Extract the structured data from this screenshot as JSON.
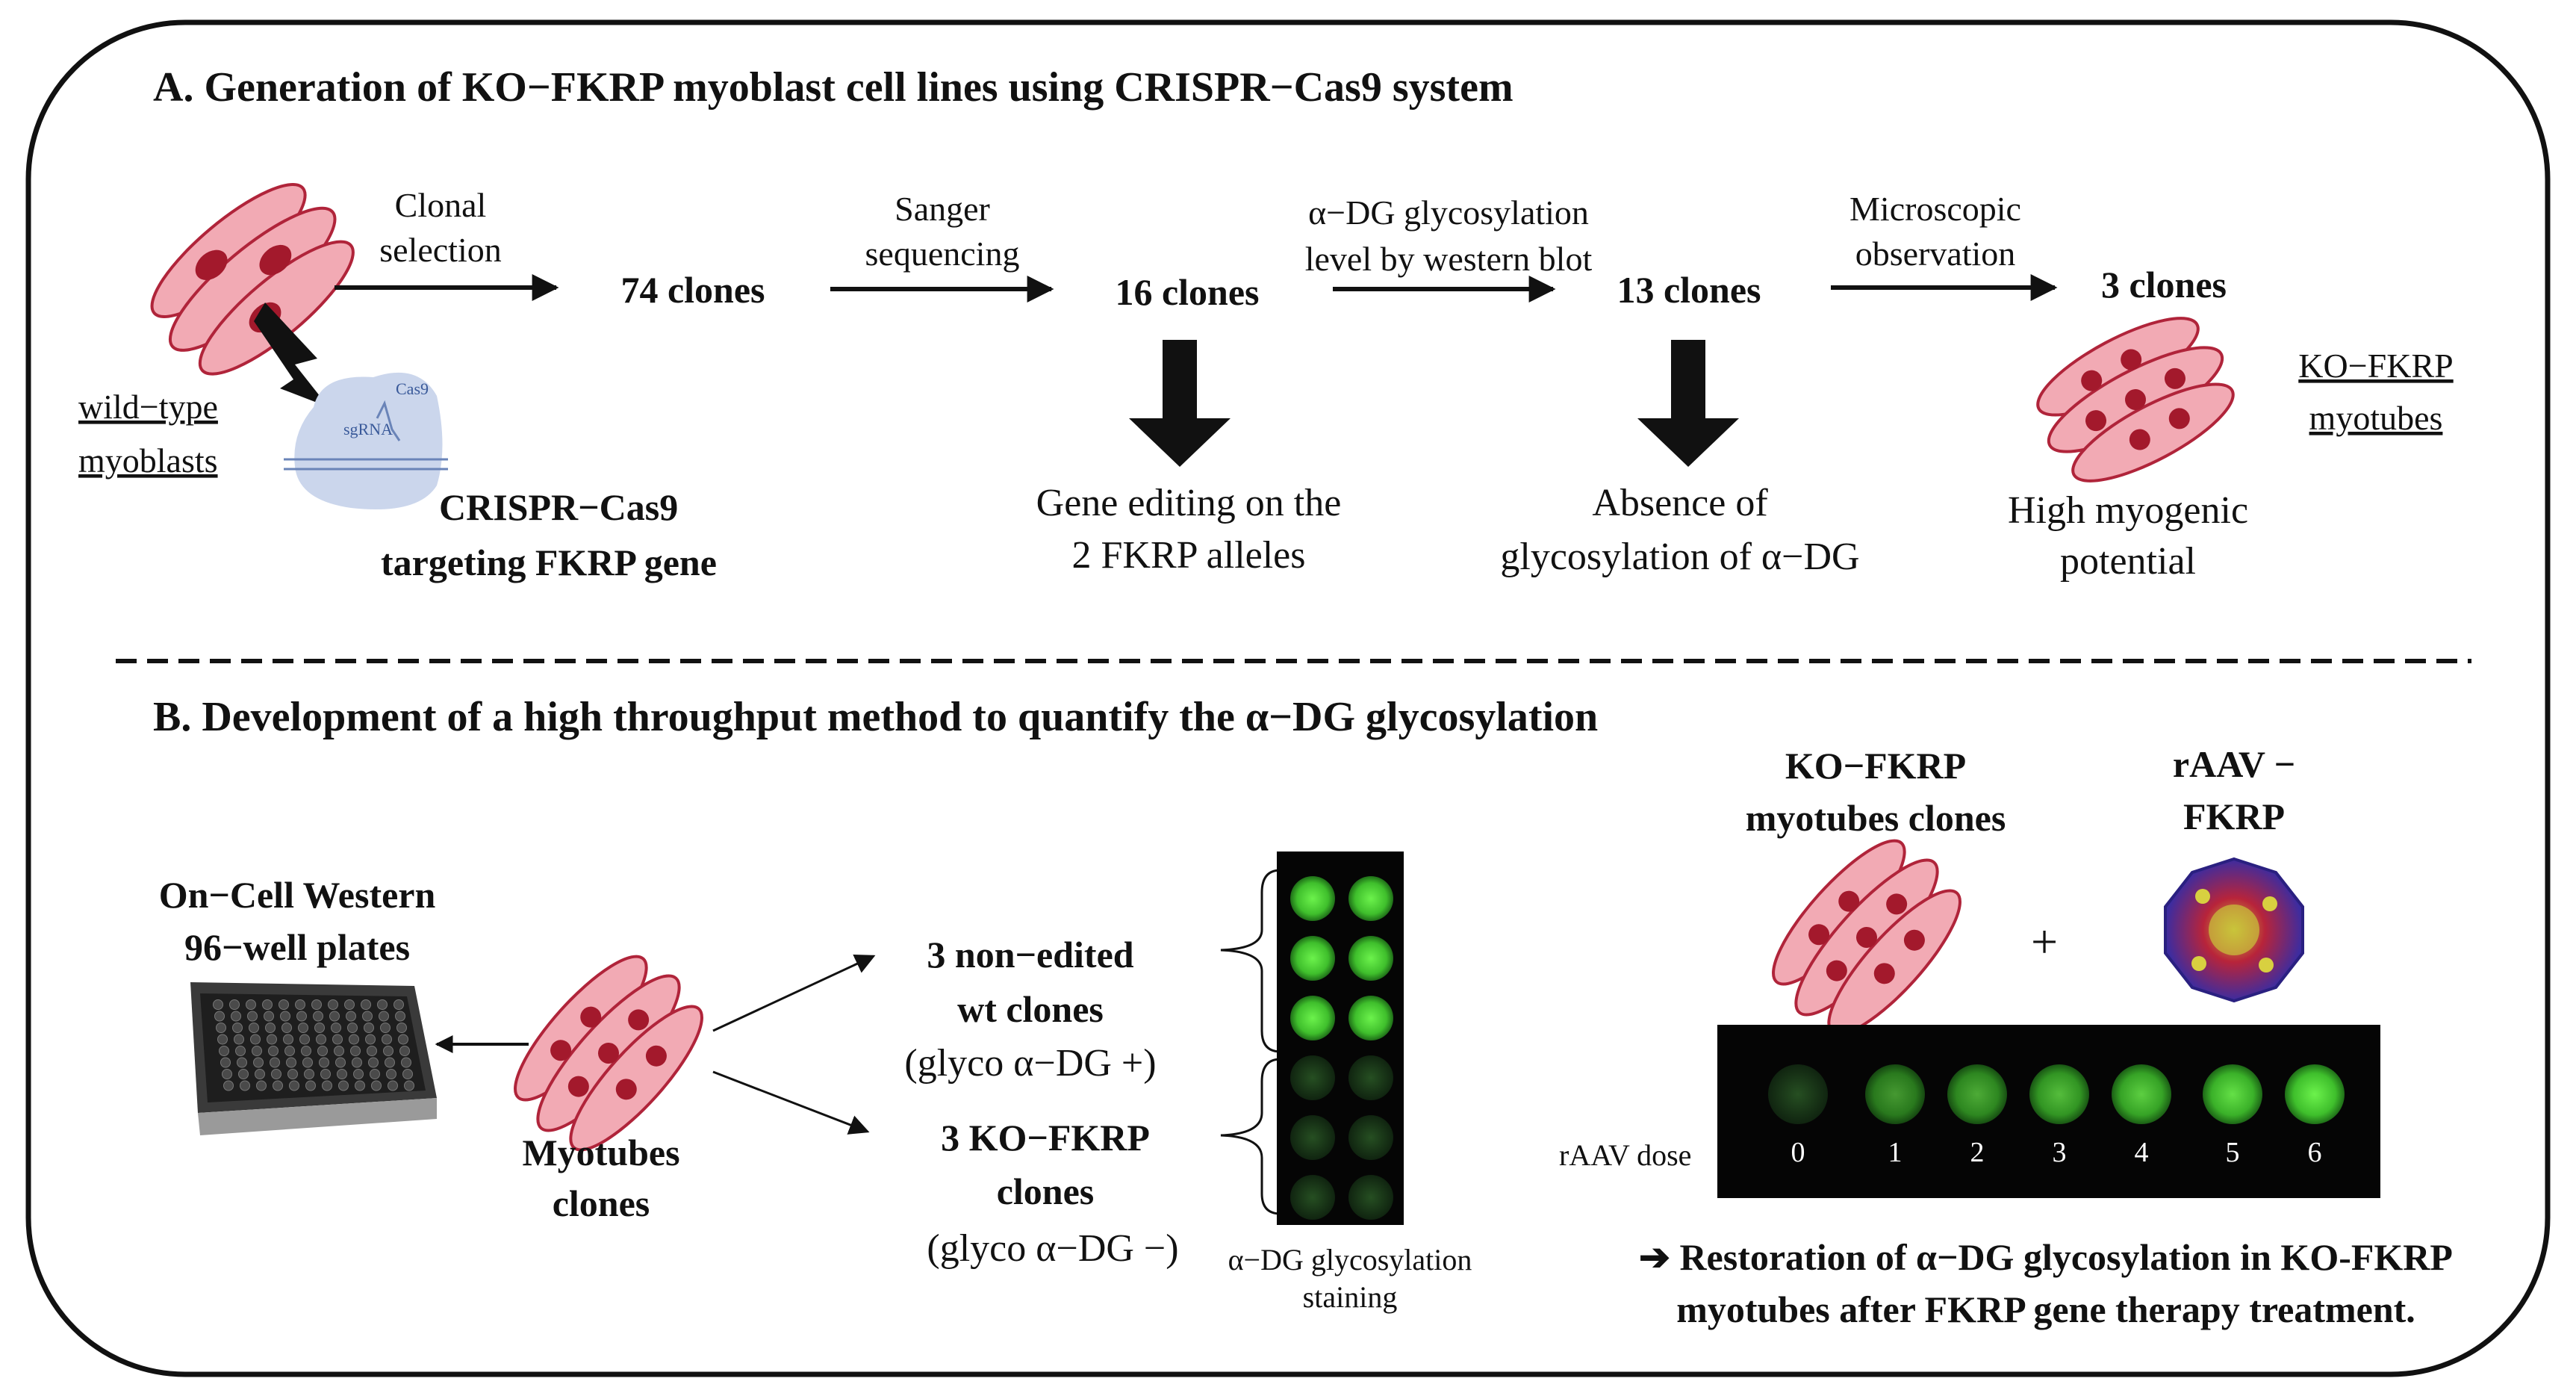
{
  "section_a": {
    "title": "A. Generation of KO−FKRP myoblast cell lines using CRISPR−Cas9 system",
    "wild_type": [
      "wild−type",
      "myoblasts"
    ],
    "crispr": [
      "CRISPR−Cas9",
      "targeting FKRP gene"
    ],
    "crispr_icon_labels": [
      "Cas9",
      "sgRNA"
    ],
    "steps": [
      {
        "label": [
          "Clonal",
          "selection"
        ],
        "result": "74 clones"
      },
      {
        "label": [
          "Sanger",
          "sequencing"
        ],
        "result": "16 clones",
        "outcome": [
          "Gene editing on the",
          "2 FKRP alleles"
        ]
      },
      {
        "label": [
          "α−DG glycosylation",
          "level by western blot"
        ],
        "result": "13 clones",
        "outcome": [
          "Absence of",
          "glycosylation of α−DG"
        ]
      },
      {
        "label": [
          "Microscopic",
          "observation"
        ],
        "result": "3 clones",
        "outcome": [
          "High myogenic",
          "potential"
        ]
      }
    ],
    "ko_myotubes": [
      "KO−FKRP",
      "myotubes"
    ]
  },
  "section_b": {
    "title": "B. Development of a high throughput method to quantify the α−DG glycosylation",
    "plate": [
      "On−Cell Western",
      "96−well plates"
    ],
    "myotubes": [
      "Myotubes",
      "clones"
    ],
    "group_wt": [
      "3 non−edited",
      "wt clones",
      "(glyco α−DG +)"
    ],
    "group_ko": [
      "3 KO−FKRP",
      "clones",
      "(glyco α−DG −)"
    ],
    "staining": [
      "α−DG glycosylation",
      "staining"
    ],
    "ko_clones": [
      "KO−FKRP",
      "myotubes clones"
    ],
    "plus": "+",
    "raav": [
      "rAAV −",
      "FKRP"
    ],
    "dose_label": "rAAV dose",
    "doses": [
      "0",
      "1",
      "2",
      "3",
      "4",
      "5",
      "6"
    ],
    "conclusion": [
      "➔ Restoration of α−DG glycosylation in KO-FKRP",
      "myotubes after FKRP gene therapy treatment."
    ]
  },
  "colors": {
    "cell_fill": "#f2aab4",
    "cell_stroke": "#b0243a",
    "nucleus": "#a3192c",
    "bright_green": "#4fd63a",
    "dim_green": "#1f4a1f",
    "crispr_blob": "#cbd6ec"
  }
}
